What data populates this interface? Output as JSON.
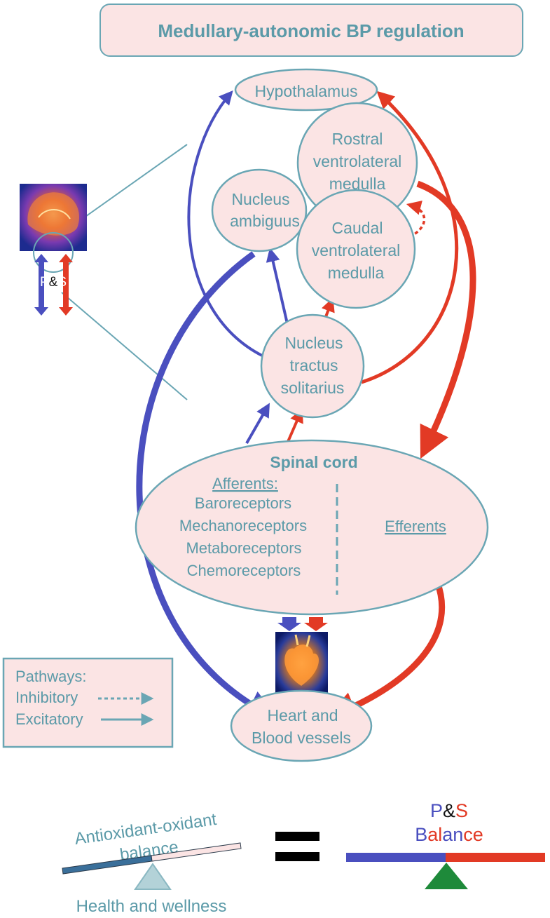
{
  "title": "Medullary-autonomic BP regulation",
  "nodes": {
    "hypothalamus": "Hypothalamus",
    "rvlm": [
      "Rostral",
      "ventrolateral",
      "medulla"
    ],
    "na": [
      "Nucleus",
      "ambiguus"
    ],
    "cvlm": [
      "Caudal",
      "ventrolateral",
      "medulla"
    ],
    "nts": [
      "Nucleus",
      "tractus",
      "solitarius"
    ],
    "spinal_cord": {
      "title": "Spinal cord",
      "afferents_label": "Afferents:",
      "afferents": [
        "Baroreceptors",
        "Mechanoreceptors",
        "Metaboreceptors",
        "Chemoreceptors"
      ],
      "efferents_label": "Efferents"
    },
    "heart": [
      "Heart and",
      "Blood vessels"
    ]
  },
  "brain_icon_label": {
    "p": "P",
    "amp": "&",
    "s": "S"
  },
  "legend": {
    "title": "Pathways:",
    "inhibitory": "Inhibitory",
    "excitatory": "Excitatory"
  },
  "bottom": {
    "antioxidant": [
      "Antioxidant-oxidant",
      "balance"
    ],
    "health": "Health and wellness",
    "ps_top": {
      "p": "P",
      "amp": "&",
      "s": "S"
    },
    "ps_balance": {
      "b": "B",
      "al": "al",
      "an": "an",
      "ce": "ce"
    }
  },
  "colors": {
    "parasympathetic_blue": "#4a4fbf",
    "sympathetic_red": "#e23a25",
    "teal_text": "#5b9aa8",
    "node_fill": "#fbe4e4",
    "node_stroke": "#6aa6b4",
    "balance_green": "#1e8a3a"
  }
}
